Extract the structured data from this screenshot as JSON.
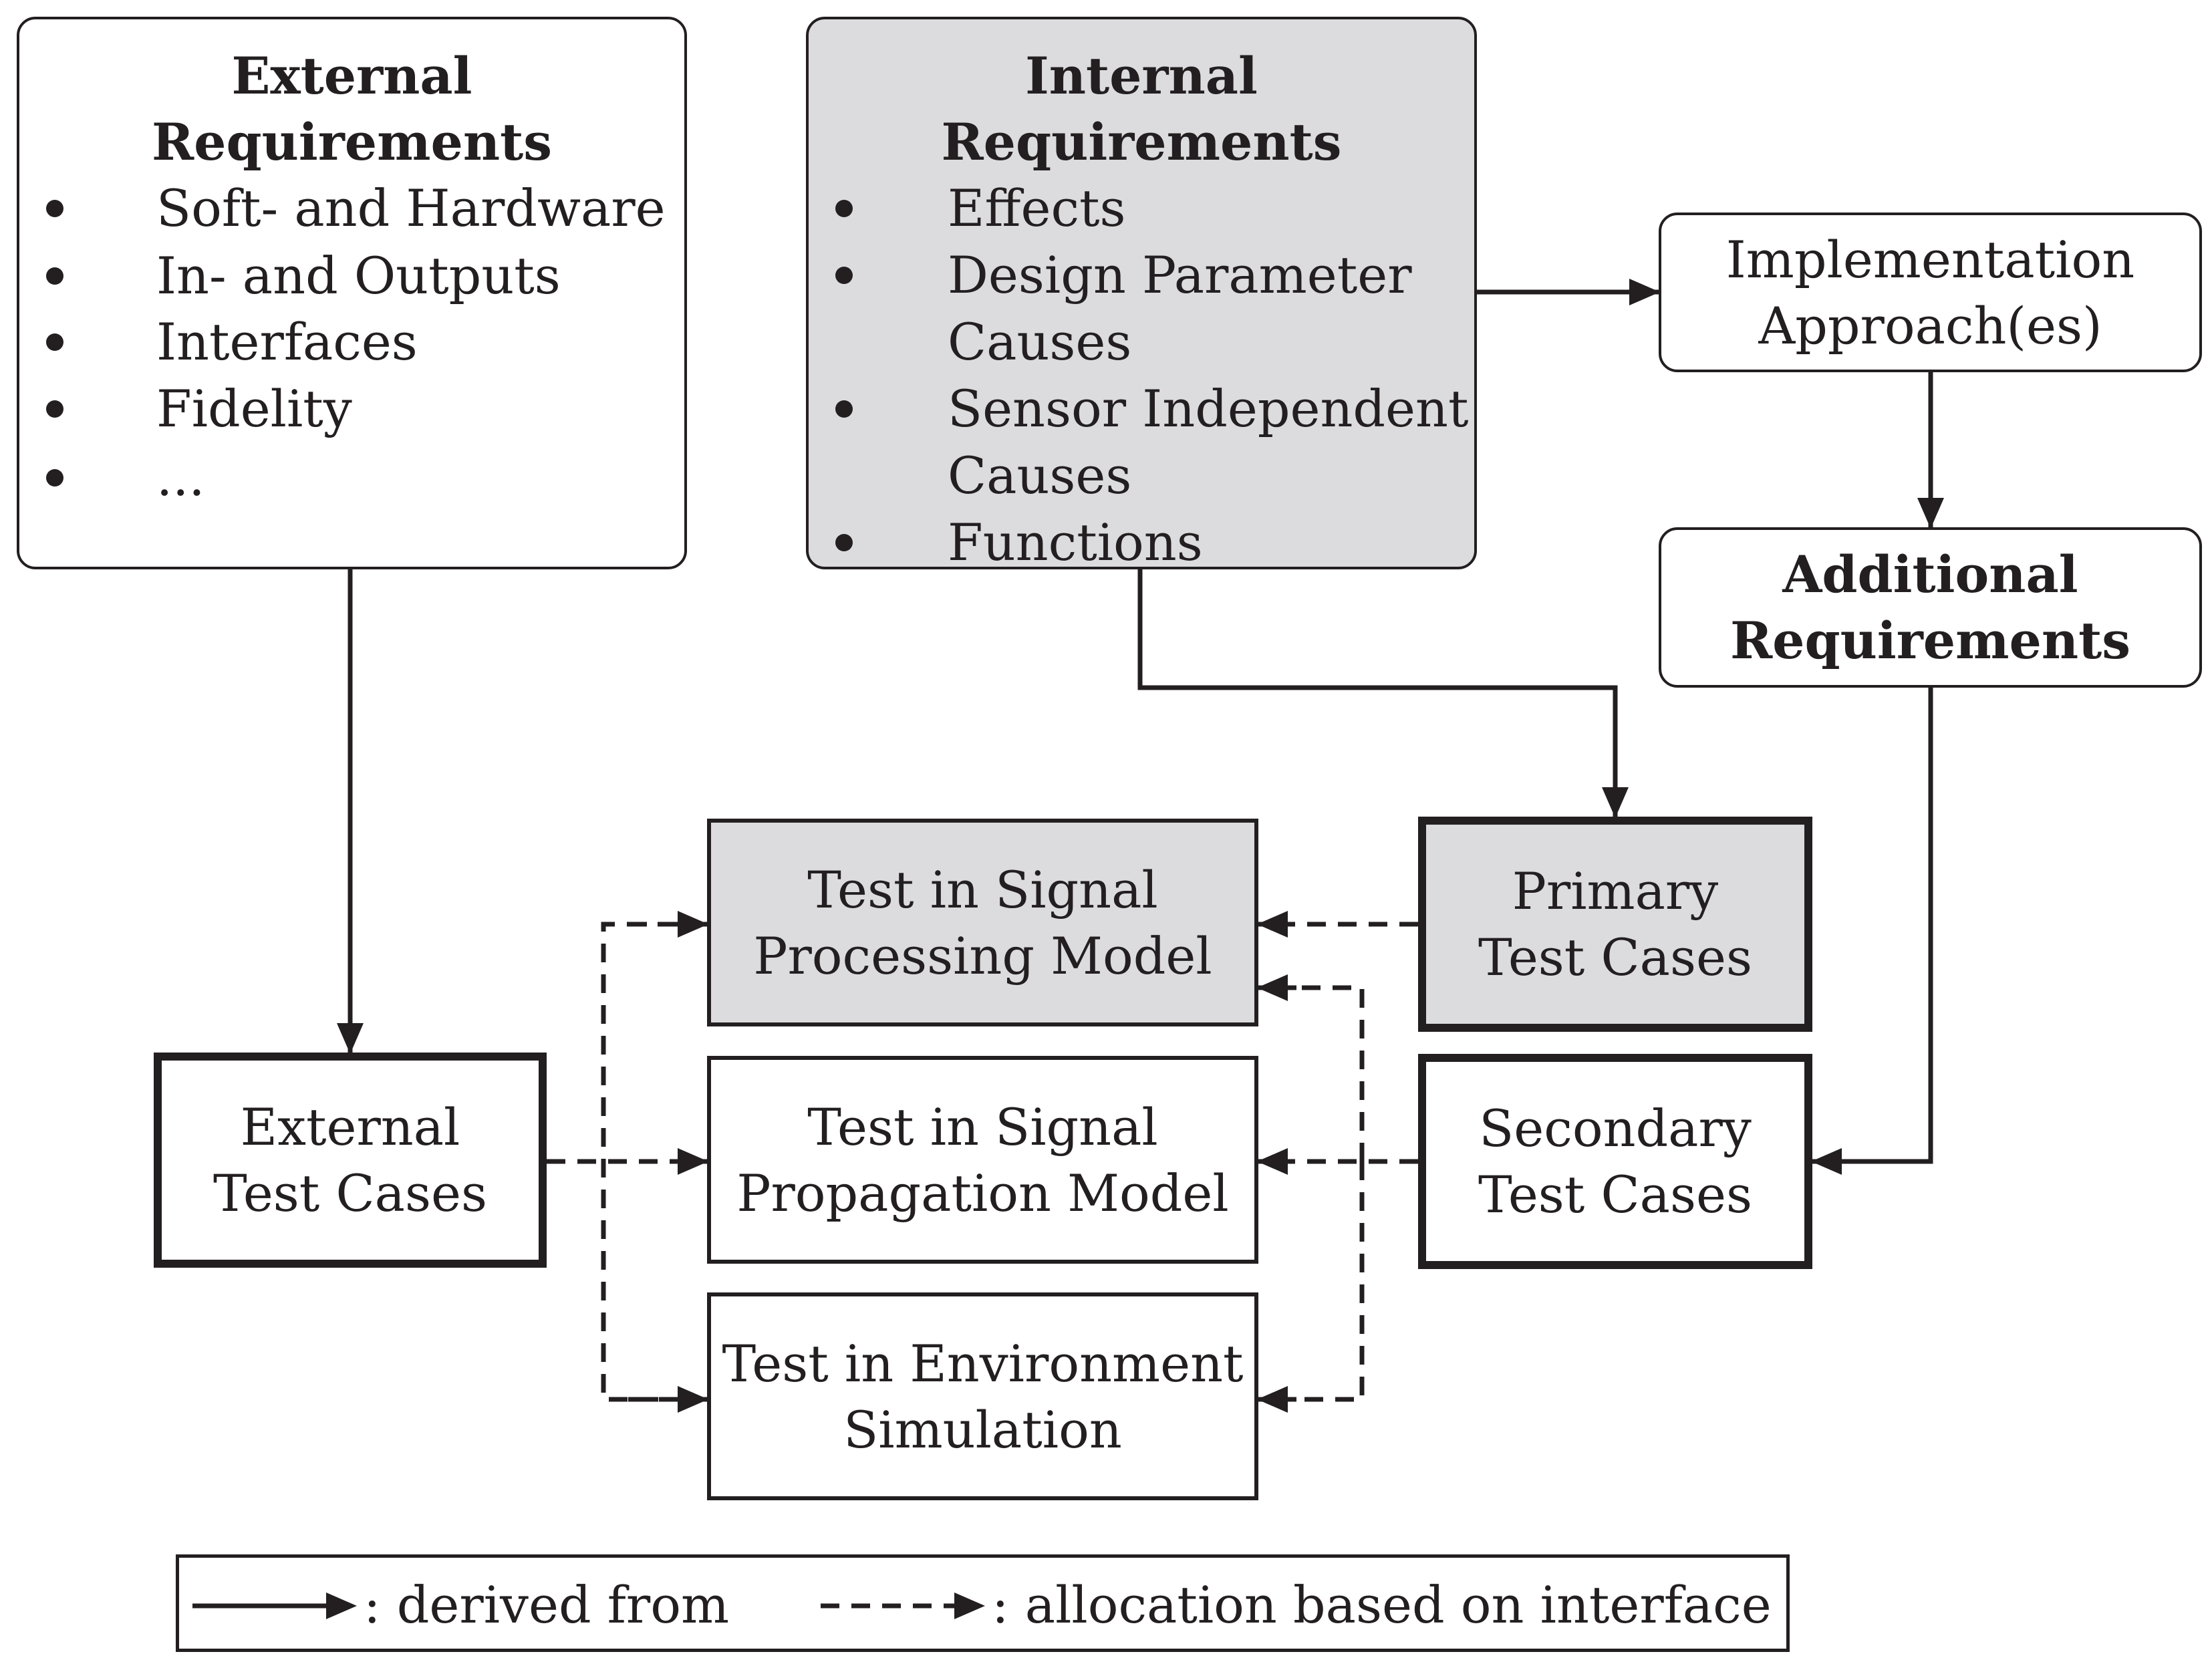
{
  "external_requirements": {
    "title_line1": "External",
    "title_line2": "Requirements",
    "items": [
      "Soft- and Hardware",
      "In- and Outputs",
      "Interfaces",
      "Fidelity",
      "..."
    ]
  },
  "internal_requirements": {
    "title_line1": "Internal",
    "title_line2": "Requirements",
    "items": [
      "Effects",
      "Design Parameter",
      "Causes",
      "Sensor Independent",
      "Causes",
      "Functions"
    ]
  },
  "implementation_approach": {
    "line1": "Implementation",
    "line2": "Approach(es)"
  },
  "additional_requirements": {
    "line1": "Additional",
    "line2": "Requirements"
  },
  "primary_test_cases": {
    "line1": "Primary",
    "line2": "Test Cases"
  },
  "secondary_test_cases": {
    "line1": "Secondary",
    "line2": "Test Cases"
  },
  "external_test_cases": {
    "line1": "External",
    "line2": "Test Cases"
  },
  "test_signal_processing": {
    "line1": "Test in Signal",
    "line2": "Processing Model"
  },
  "test_signal_propagation": {
    "line1": "Test in Signal",
    "line2": "Propagation Model"
  },
  "test_environment": {
    "line1": "Test in Environment",
    "line2": "Simulation"
  },
  "legend": {
    "derived": ": derived from",
    "allocation": ": allocation based on interface"
  }
}
